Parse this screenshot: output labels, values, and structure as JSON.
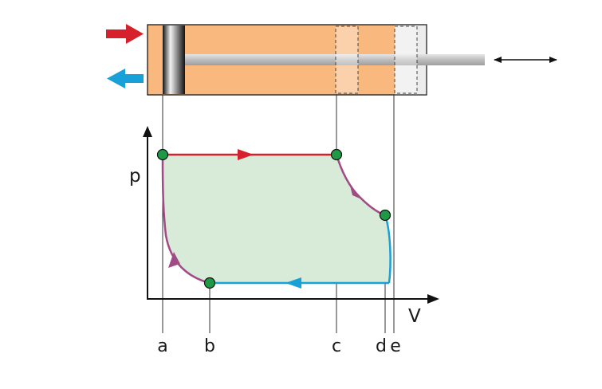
{
  "axes": {
    "y_label": "p",
    "x_label": "V"
  },
  "points": [
    {
      "id": "a",
      "label": "a"
    },
    {
      "id": "b",
      "label": "b"
    },
    {
      "id": "c",
      "label": "c"
    },
    {
      "id": "d",
      "label": "d"
    },
    {
      "id": "e",
      "label": "e"
    }
  ],
  "colors": {
    "cylinder_fill": "#f9b87e",
    "area_fill": "#d8ead8",
    "admission_red": "#d6202b",
    "exhaust_blue": "#18a0d8",
    "expansion_purple": "#a24a86",
    "state_point_green": "#1e9a46",
    "piston_rod": "#c8c8c8"
  },
  "icons": [
    "intake-arrow-icon",
    "exhaust-arrow-icon",
    "double-headed-arrow-icon"
  ]
}
